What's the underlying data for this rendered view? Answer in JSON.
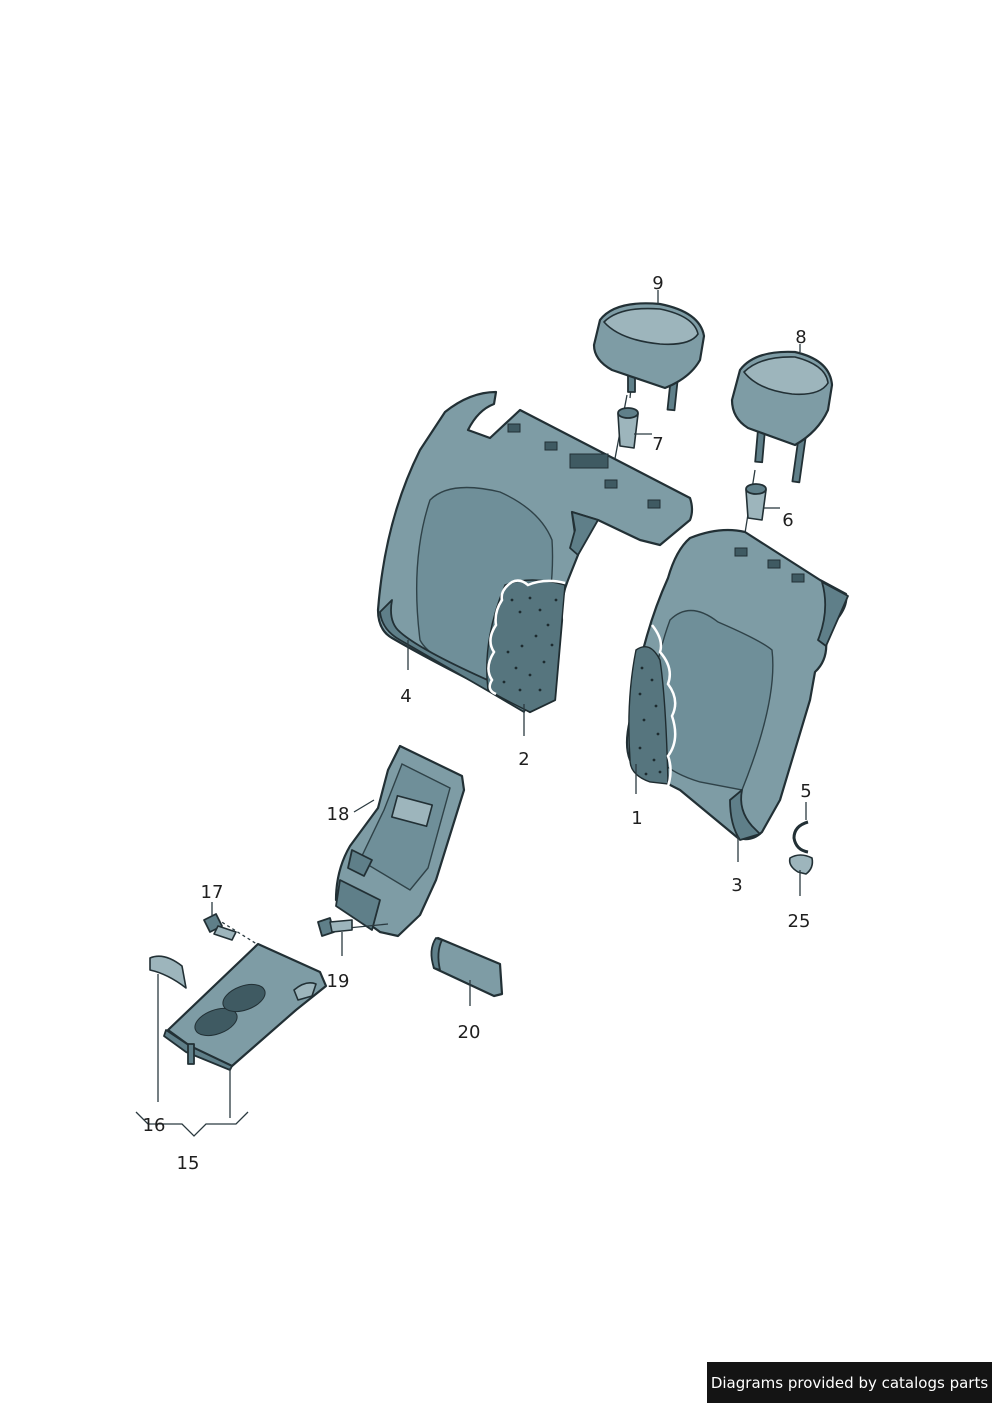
{
  "callouts": [
    {
      "id": "9",
      "label": "9"
    },
    {
      "id": "8",
      "label": "8"
    },
    {
      "id": "7",
      "label": "7"
    },
    {
      "id": "6",
      "label": "6"
    },
    {
      "id": "4",
      "label": "4"
    },
    {
      "id": "2",
      "label": "2"
    },
    {
      "id": "1",
      "label": "1"
    },
    {
      "id": "5",
      "label": "5"
    },
    {
      "id": "3",
      "label": "3"
    },
    {
      "id": "25",
      "label": "25"
    },
    {
      "id": "18",
      "label": "18"
    },
    {
      "id": "17",
      "label": "17"
    },
    {
      "id": "19",
      "label": "19"
    },
    {
      "id": "20",
      "label": "20"
    },
    {
      "id": "16",
      "label": "16"
    },
    {
      "id": "15",
      "label": "15"
    }
  ],
  "credit": "Diagrams provided by catalogs parts",
  "colors": {
    "part_fill": "#7e9ca5",
    "outline": "#223035",
    "credit_bg": "#141414"
  }
}
